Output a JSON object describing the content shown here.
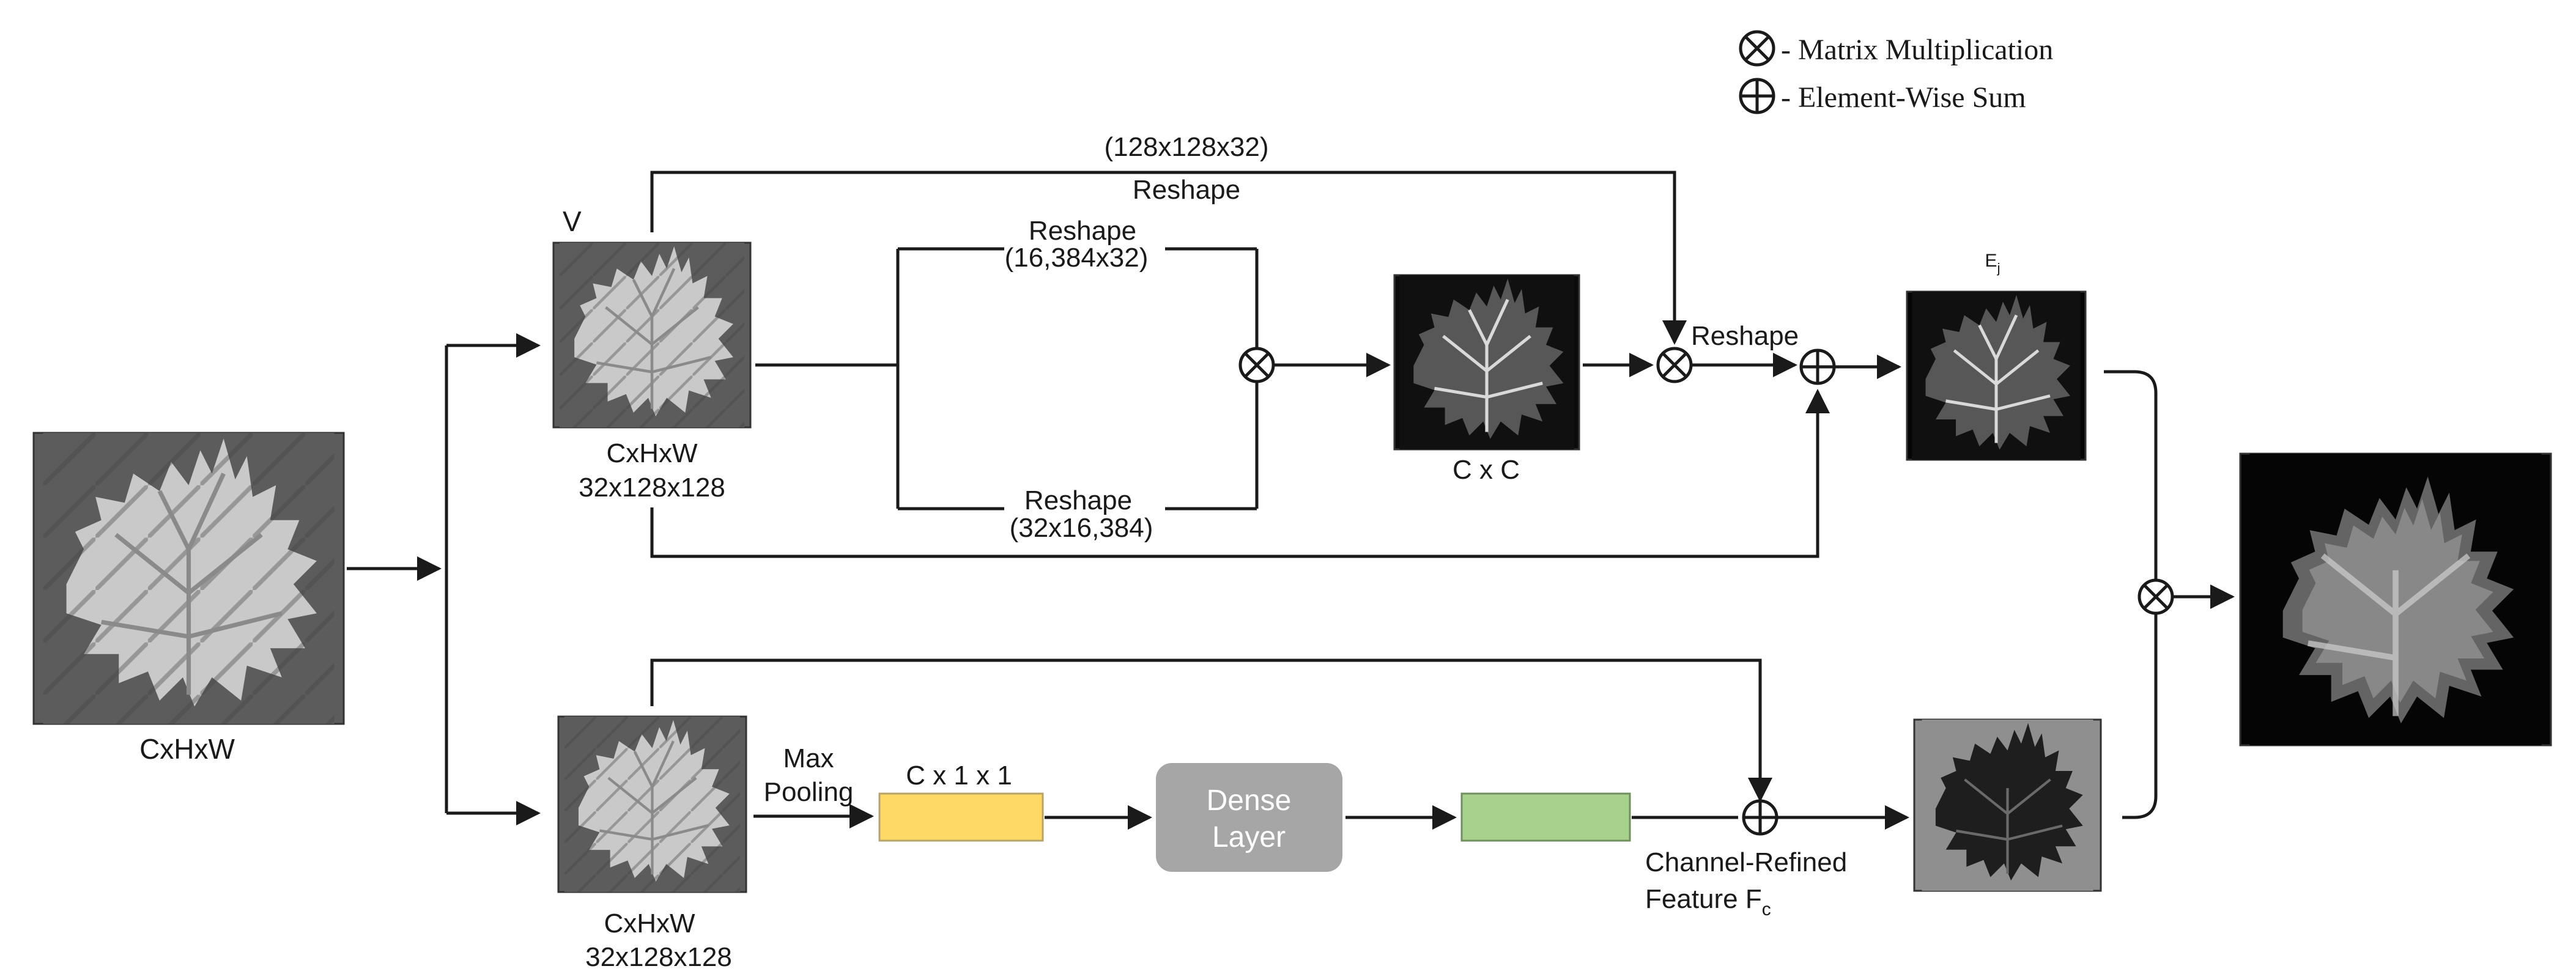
{
  "legend": {
    "matrix_multiplication": "- Matrix Multiplication",
    "element_wise_sum": "- Element-Wise Sum"
  },
  "labels": {
    "input": "CxHxW",
    "top_path_dims": "(128x128x32)",
    "top_path_reshape": "Reshape",
    "v": "V",
    "top_feature_line1": "CxHxW",
    "top_feature_line2": "32x128x128",
    "reshape_top": "Reshape",
    "reshape_top_dims": "(16,384x32)",
    "reshape_bottom": "Reshape",
    "reshape_bottom_dims": "(32x16,384)",
    "cxc": "C x C",
    "reshape_right": "Reshape",
    "ej_base": "E",
    "ej_sub": "j",
    "bottom_feature_line1": "CxHxW",
    "bottom_feature_line2": "32x128x128",
    "max_pooling_1": "Max",
    "max_pooling_2": "Pooling",
    "c11": "C x 1 x 1",
    "dense_1": "Dense",
    "dense_2": "Layer",
    "channel_refined_1": "Channel-Refined",
    "channel_refined_2": "Feature F",
    "channel_refined_sub": "c"
  },
  "colors": {
    "yellow_block": "#FFD966",
    "green_block": "#A9D18E",
    "dense_layer": "#A6A6A6",
    "line": "#1a1a1a"
  },
  "icons": {
    "matrix_multiplication": "circled-times-icon",
    "element_wise_sum": "circled-plus-icon",
    "leaf_images": "grape-leaf-image"
  }
}
